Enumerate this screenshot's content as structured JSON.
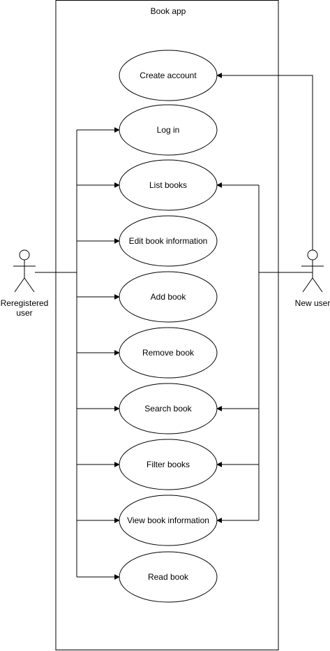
{
  "system": {
    "title": "Book app"
  },
  "actors": {
    "registered": {
      "label_lines": [
        "Reregistered",
        "user"
      ]
    },
    "new_user": {
      "label_lines": [
        "New user"
      ]
    }
  },
  "use_cases": [
    {
      "id": "create-account",
      "label": "Create account"
    },
    {
      "id": "log-in",
      "label": "Log in"
    },
    {
      "id": "list-books",
      "label": "List books"
    },
    {
      "id": "edit-book-information",
      "label": "Edit book information"
    },
    {
      "id": "add-book",
      "label": "Add book"
    },
    {
      "id": "remove-book",
      "label": "Remove book"
    },
    {
      "id": "search-book",
      "label": "Search book"
    },
    {
      "id": "filter-books",
      "label": "Filter books"
    },
    {
      "id": "view-book-information",
      "label": "View book information"
    },
    {
      "id": "read-book",
      "label": "Read book"
    }
  ],
  "colors": {
    "stroke": "#000000",
    "fill": "#ffffff"
  }
}
